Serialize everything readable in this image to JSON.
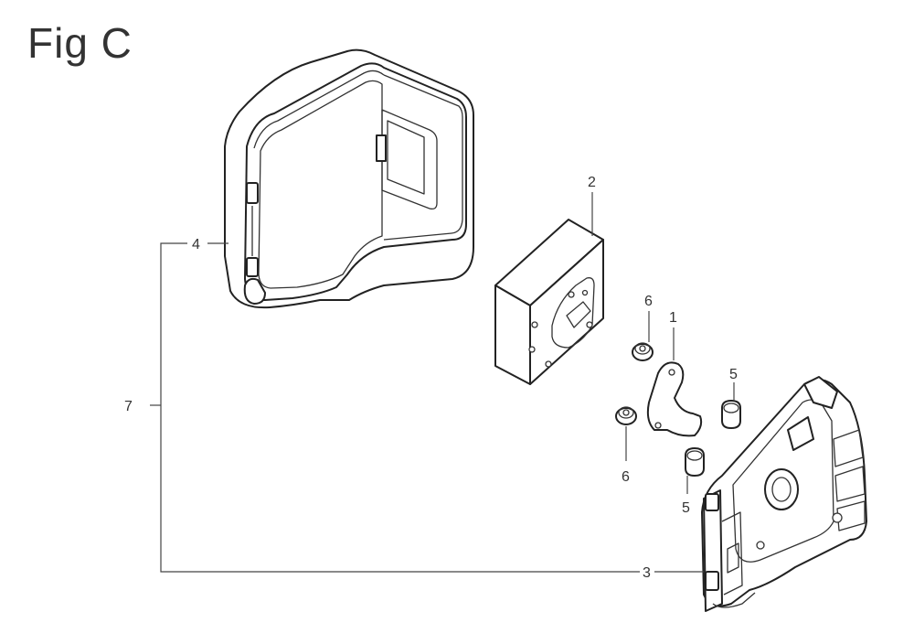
{
  "figure": {
    "title": "Fig C"
  },
  "callouts": {
    "c1": "1",
    "c2": "2",
    "c3": "3",
    "c4": "4",
    "c5_top": "5",
    "c5_bottom": "5",
    "c6_top": "6",
    "c6_bottom": "6",
    "c7": "7"
  },
  "parts": [
    {
      "ref": "1",
      "icon": "bracket-plate-icon"
    },
    {
      "ref": "2",
      "icon": "foam-filter-element-icon"
    },
    {
      "ref": "3",
      "icon": "air-cleaner-case-icon"
    },
    {
      "ref": "4",
      "icon": "air-cleaner-cover-icon"
    },
    {
      "ref": "5",
      "icon": "collar-sleeve-icon"
    },
    {
      "ref": "6",
      "icon": "flange-nut-icon"
    },
    {
      "ref": "7",
      "icon": "assembly-bracket-icon"
    }
  ]
}
